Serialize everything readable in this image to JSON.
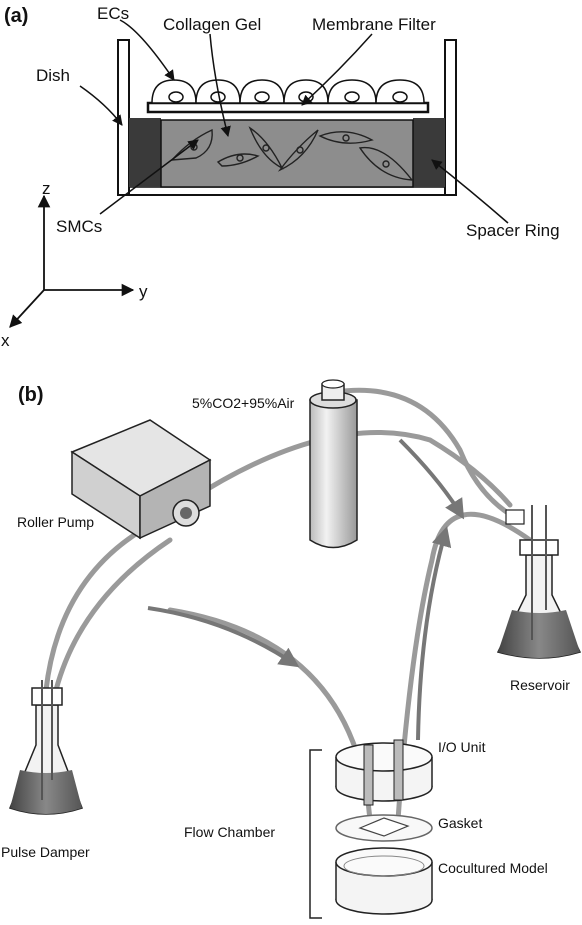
{
  "panel_a": {
    "letter": "(a)",
    "labels": {
      "ecs": "ECs",
      "collagen_gel": "Collagen Gel",
      "membrane_filter": "Membrane Filter",
      "dish": "Dish",
      "smcs": "SMCs",
      "spacer_ring": "Spacer Ring"
    },
    "axes": {
      "z": "z",
      "y": "y",
      "x": "x"
    }
  },
  "panel_b": {
    "letter": "(b)",
    "labels": {
      "gas": "5%CO2+95%Air",
      "roller_pump": "Roller Pump",
      "reservoir": "Reservoir",
      "io_unit": "I/O Unit",
      "gasket": "Gasket",
      "flow_chamber": "Flow Chamber",
      "cocultured_model": "Cocultured Model",
      "pulse_damper": "Pulse Damper"
    }
  }
}
